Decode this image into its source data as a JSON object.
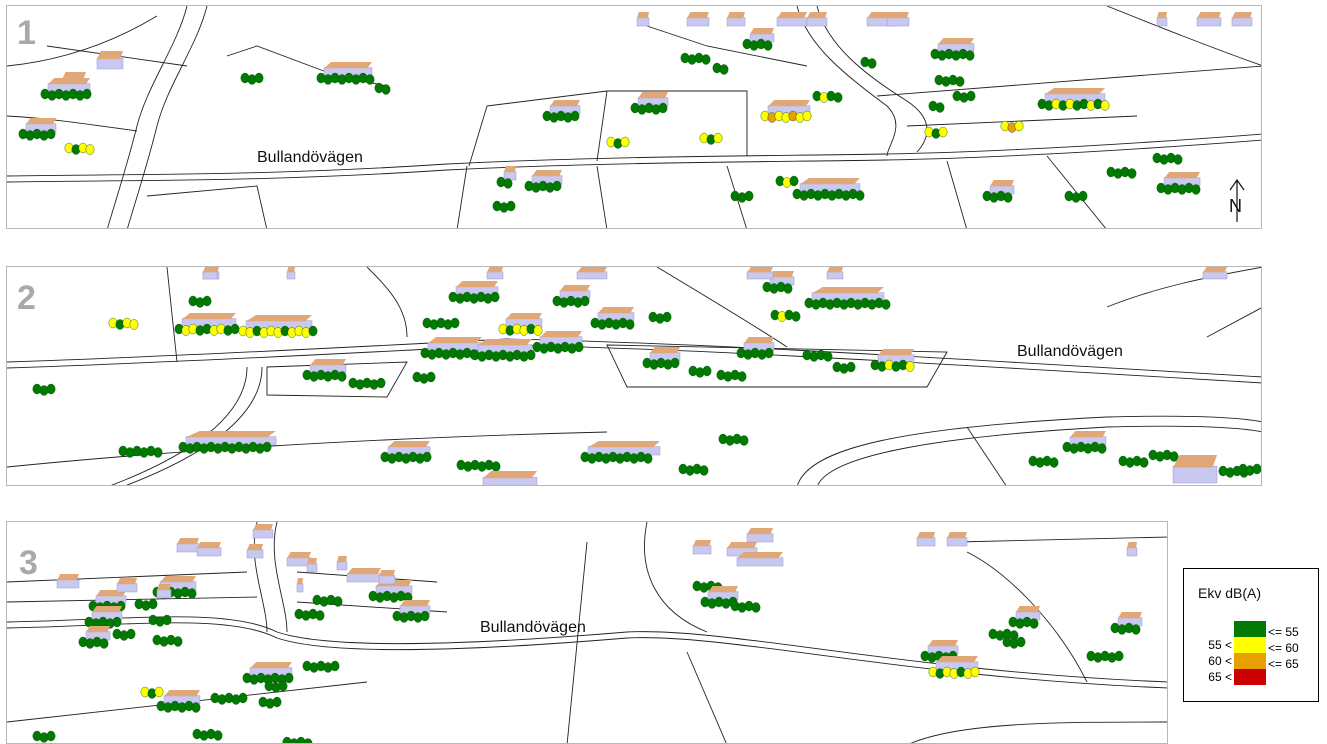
{
  "panels": [
    {
      "number": "1",
      "road_label": "Bullandövägen"
    },
    {
      "number": "2",
      "road_label": "Bullandövägen"
    },
    {
      "number": "3",
      "road_label": "Bullandövägen"
    }
  ],
  "north_arrow": {
    "label": "N",
    "icon": "north-arrow-icon"
  },
  "legend": {
    "title": "Ekv dB(A)",
    "classes": [
      {
        "low": "",
        "high": "<= 55",
        "color": "#007a00"
      },
      {
        "low": "55 <",
        "high": "<= 60",
        "color": "#ffff00"
      },
      {
        "low": "60 <",
        "high": "<= 65",
        "color": "#e8a000"
      },
      {
        "low": "65 <",
        "high": "",
        "color": "#cc0000"
      }
    ]
  },
  "colors": {
    "building_roof": "#e0a878",
    "building_wall": "#c8c8f0",
    "panel_border": "#b8b8b8",
    "panel_number": "#a9a9a9"
  }
}
